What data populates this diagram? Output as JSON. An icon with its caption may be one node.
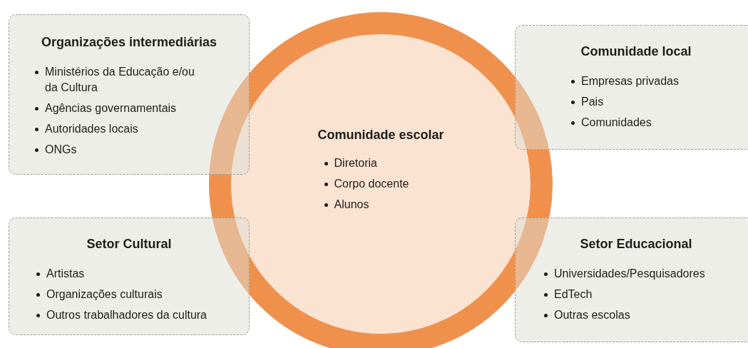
{
  "diagram": {
    "nodes": [
      {
        "text": [
          "Organizações intermediárias",
          "Ministérios da Educação e/ou da Cultura",
          "Agências governamentais",
          "Autoridades locais",
          "ONGs"
        ]
      },
      {
        "text": [
          "Comunidade local",
          "Empresas privadas",
          "Pais",
          "Comunidades"
        ]
      },
      {
        "text": [
          "Comunidade escolar",
          "Diretoria",
          "Corpo docente",
          "Alunos"
        ]
      },
      {
        "text": [
          "Setor Cultural",
          "Artistas",
          "Organizações culturais",
          "Outros trabalhadores da cultura"
        ]
      },
      {
        "text": [
          "Setor Educacional",
          "Universidades/Pesquisadores",
          "EdTech",
          "Outras escolas"
        ]
      }
    ]
  }
}
